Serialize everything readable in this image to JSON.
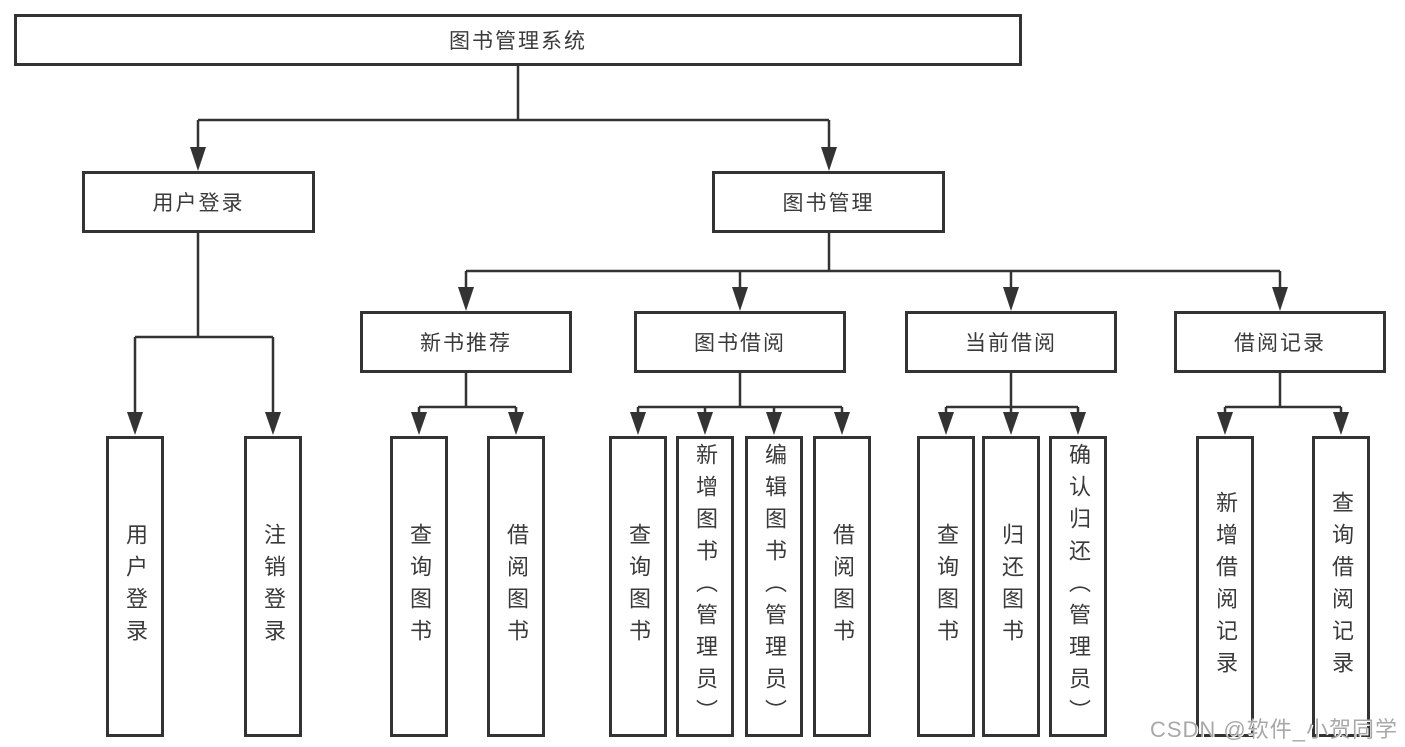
{
  "title": "图书管理系统",
  "colors": {
    "line": "#333333",
    "box_border": "#333333",
    "text": "#3a3a3a",
    "background": "#ffffff",
    "watermark": "#a8a8a8"
  },
  "tree": {
    "root": {
      "label": "图书管理系统",
      "children": [
        {
          "label": "用户登录",
          "children": [
            {
              "label": "用户登录"
            },
            {
              "label": "注销登录"
            }
          ]
        },
        {
          "label": "图书管理",
          "children": [
            {
              "label": "新书推荐",
              "children": [
                {
                  "label": "查询图书"
                },
                {
                  "label": "借阅图书"
                }
              ]
            },
            {
              "label": "图书借阅",
              "children": [
                {
                  "label": "查询图书"
                },
                {
                  "label": "新增图书（管理员）"
                },
                {
                  "label": "编辑图书（管理员）"
                },
                {
                  "label": "借阅图书"
                }
              ]
            },
            {
              "label": "当前借阅",
              "children": [
                {
                  "label": "查询图书"
                },
                {
                  "label": "归还图书"
                },
                {
                  "label": "确认归还（管理员）"
                }
              ]
            },
            {
              "label": "借阅记录",
              "children": [
                {
                  "label": "新增借阅记录"
                },
                {
                  "label": "查询借阅记录"
                }
              ]
            }
          ]
        }
      ]
    }
  },
  "watermark": {
    "text": "CSDN @软件_小贺同学"
  }
}
